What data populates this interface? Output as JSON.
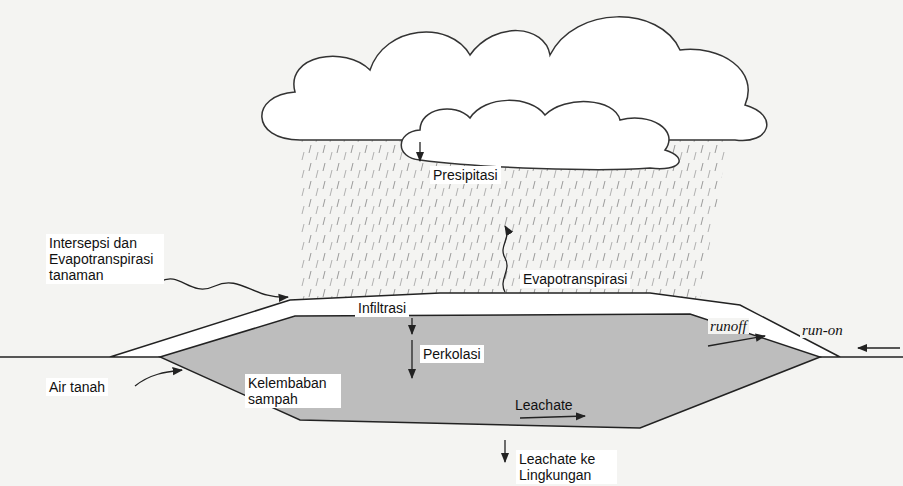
{
  "diagram": {
    "labels": [
      "Presipitasi",
      "Intersepsi dan Evapotranspirasi tanaman",
      "Evapotranspirasi",
      "Infiltrasi",
      "runoff",
      "run-on",
      "Perkolasi",
      "Air tanah",
      "Kelembaban sampah",
      "Leachate",
      "Leachate ke Lingkungan"
    ]
  }
}
